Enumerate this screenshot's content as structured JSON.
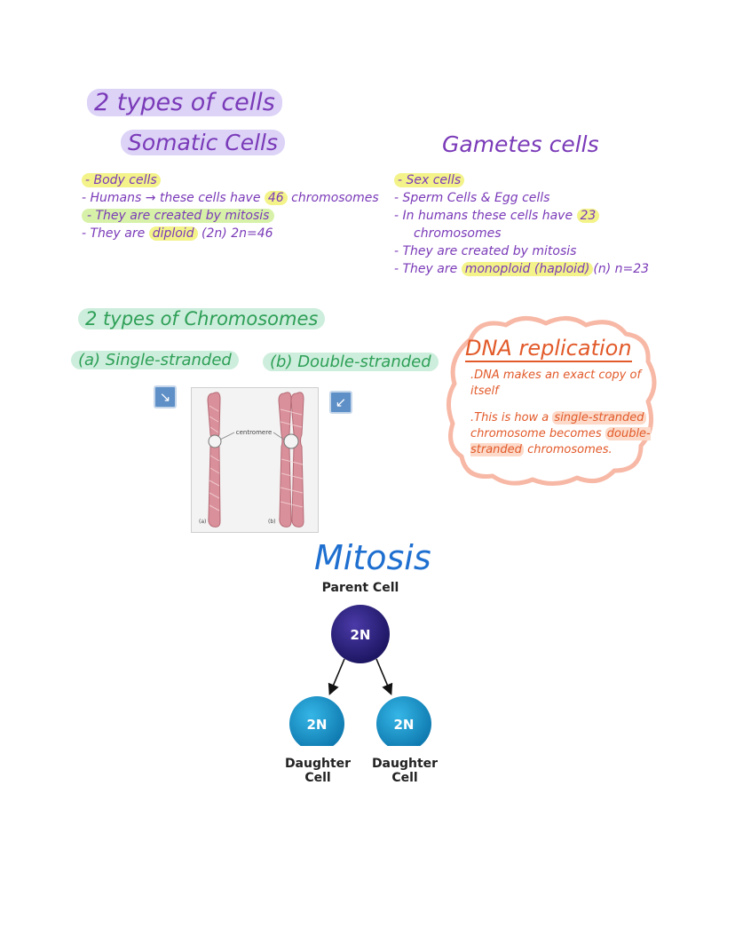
{
  "header": {
    "title": "2 types of cells"
  },
  "somatic": {
    "title": "Somatic Cells",
    "items": [
      "- Body cells",
      "- Humans → these cells have",
      "46",
      "chromosomes",
      "- They are created by mitosis",
      "- They are",
      "diploid",
      "(2n) 2n=46"
    ]
  },
  "gametes": {
    "title": "Gametes cells",
    "items": [
      "- Sex cells",
      "- Sperm Cells & Egg cells",
      "- In humans these cells have",
      "23",
      "chromosomes",
      "- They are created by mitosis",
      "- They are",
      "monoploid (haploid)",
      "(n) n=23"
    ]
  },
  "chromosomes": {
    "title": "2 types of Chromosomes",
    "single": "(a) Single-stranded",
    "double": "(b) Double-stranded",
    "figure": {
      "centromere": "centromere",
      "label_a": "(a)",
      "label_b": "(b)"
    }
  },
  "dna": {
    "title": "DNA replication",
    "line1": ".DNA makes an exact copy of itself",
    "line2_pre": ".This is how a",
    "line2_hl1": "single-stranded",
    "line2_mid": "chromosome becomes",
    "line2_hl2": "double-stranded",
    "line2_post": "chromosomes."
  },
  "mitosis": {
    "title": "Mitosis",
    "parent_label": "Parent Cell",
    "parent_value": "2N",
    "daughter_left_value": "2N",
    "daughter_right_value": "2N",
    "daughter_left_label": "Daughter Cell",
    "daughter_right_label": "Daughter Cell"
  },
  "colors": {
    "purple": "#7a3ab8",
    "green": "#2e9f57",
    "orange": "#e25a2a",
    "blue": "#1e6fd0"
  }
}
